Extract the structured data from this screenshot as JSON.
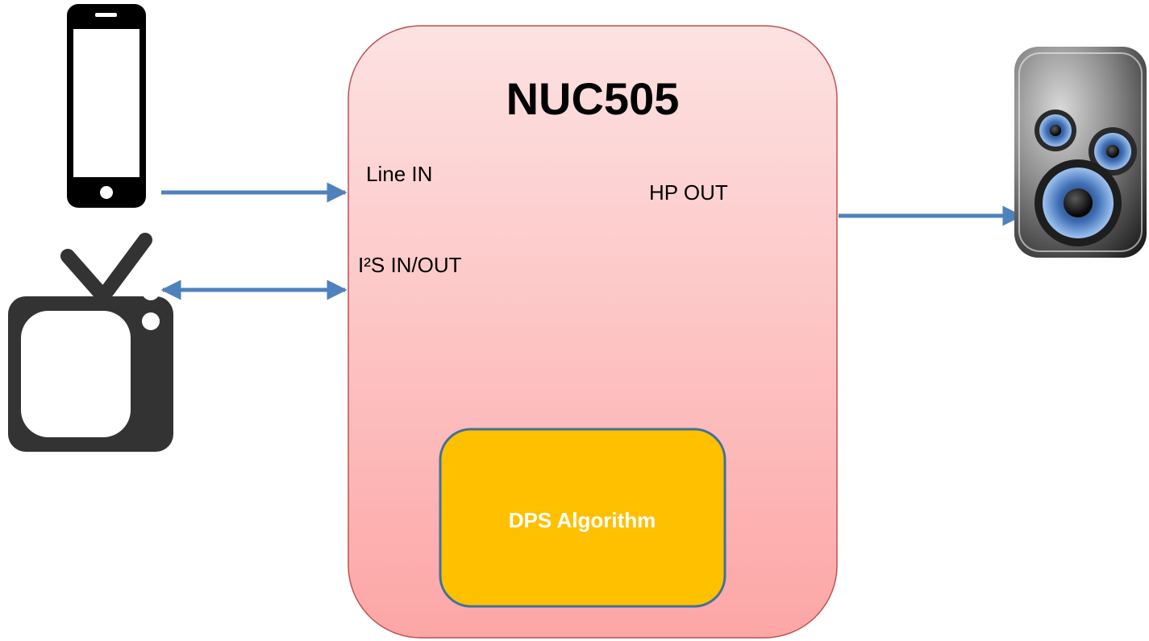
{
  "chip": {
    "title": "NUC505",
    "fill_top": "#fde2e2",
    "fill_bottom": "#fda6a6",
    "border": "#c0504d"
  },
  "ports": {
    "line_in": "Line IN",
    "hp_out": "HP OUT",
    "i2s": "I²S IN/OUT"
  },
  "dsp_block": {
    "label": "DPS Algorithm",
    "fill": "#ffc000",
    "border": "#41719c",
    "text_color": "#ffffff"
  },
  "arrows": {
    "color": "#4f81bd"
  },
  "devices": {
    "phone_icon": "smartphone-icon",
    "tv_icon": "television-icon",
    "speaker_icon": "speaker-icon"
  }
}
